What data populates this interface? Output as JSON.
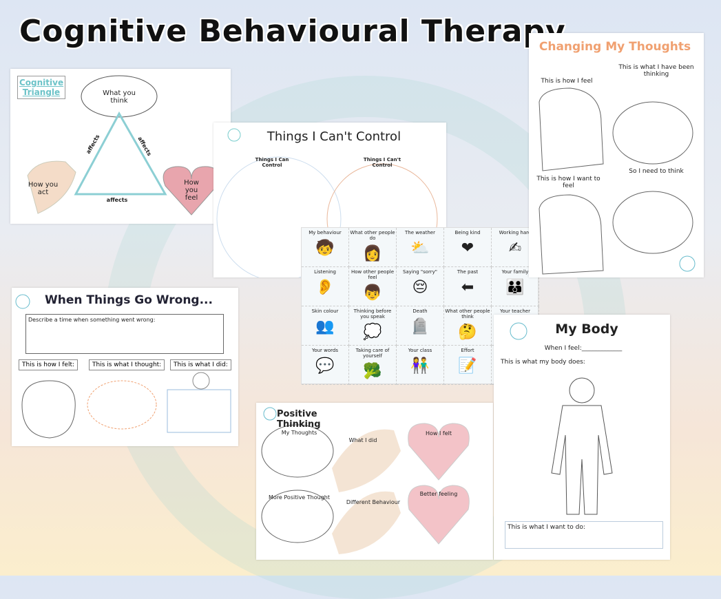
{
  "title": "Cognitive Behavioural Therapy",
  "triangle": {
    "heading": "Cognitive Triangle",
    "think": "What you think",
    "act": "How you act",
    "feel": "How you feel",
    "affects": "affects"
  },
  "control": {
    "heading": "Things I Can't Control",
    "col1": "Things I Can Control",
    "col2": "Things I Can't Control"
  },
  "grid": [
    {
      "label": "My behaviour",
      "icon": "🧒"
    },
    {
      "label": "What other people do",
      "icon": "👩"
    },
    {
      "label": "The weather",
      "icon": "⛅"
    },
    {
      "label": "Being kind",
      "icon": "❤"
    },
    {
      "label": "Working hard",
      "icon": "✍"
    },
    {
      "label": "Listening",
      "icon": "👂"
    },
    {
      "label": "How other people feel",
      "icon": "👦"
    },
    {
      "label": "Saying \"sorry\"",
      "icon": "😔"
    },
    {
      "label": "The past",
      "icon": "⬅"
    },
    {
      "label": "Your family",
      "icon": "👪"
    },
    {
      "label": "Skin colour",
      "icon": "👥"
    },
    {
      "label": "Thinking before you speak",
      "icon": "💭"
    },
    {
      "label": "Death",
      "icon": "🪦"
    },
    {
      "label": "What other people think",
      "icon": "🤔"
    },
    {
      "label": "Your teacher",
      "icon": ""
    },
    {
      "label": "Your words",
      "icon": "💬"
    },
    {
      "label": "Taking care of yourself",
      "icon": "🥦"
    },
    {
      "label": "Your class",
      "icon": "👫"
    },
    {
      "label": "Effort",
      "icon": "📝"
    },
    {
      "label": "",
      "icon": ""
    }
  ],
  "changing": {
    "heading": "Changing My Thoughts",
    "feel": "This is how I feel",
    "been": "This is what I have been thinking",
    "want": "This is how I want to feel",
    "need": "So I need to think"
  },
  "wrong": {
    "heading": "When Things Go Wrong...",
    "describe": "Describe a time when something went wrong:",
    "felt": "This is how I felt:",
    "thought": "This is what I thought:",
    "did": "This is what I did:"
  },
  "positive": {
    "heading": "Positive Thinking",
    "thoughts": "My Thoughts",
    "did": "What I did",
    "felt": "How I felt",
    "more": "More Positive Thought",
    "different": "Different Behaviour",
    "better": "Better feeling"
  },
  "body": {
    "heading": "My Body",
    "when": "When I feel:_____________",
    "does": "This is what my body does:",
    "want": "This is what I want to do:"
  }
}
